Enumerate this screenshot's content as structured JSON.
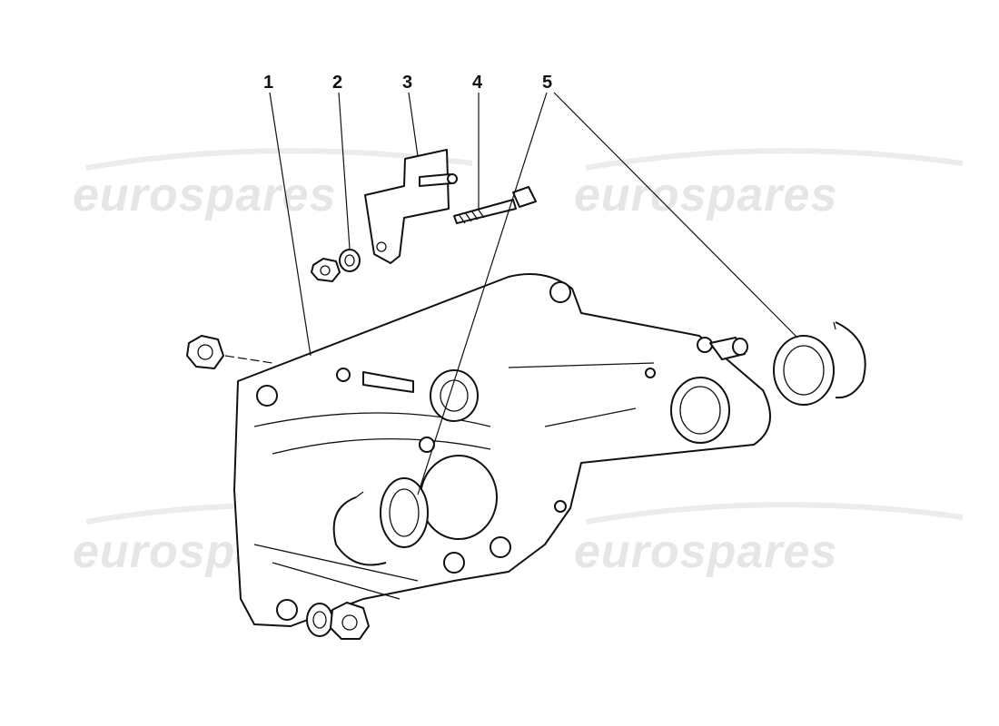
{
  "watermark": {
    "text": "eurospares"
  },
  "callouts": [
    {
      "id": "1",
      "label": "1"
    },
    {
      "id": "2",
      "label": "2"
    },
    {
      "id": "3",
      "label": "3"
    },
    {
      "id": "4",
      "label": "4"
    },
    {
      "id": "5",
      "label": "5"
    }
  ],
  "colors": {
    "line": "#111111",
    "watermark": "#e6e6e6",
    "background": "#ffffff"
  }
}
